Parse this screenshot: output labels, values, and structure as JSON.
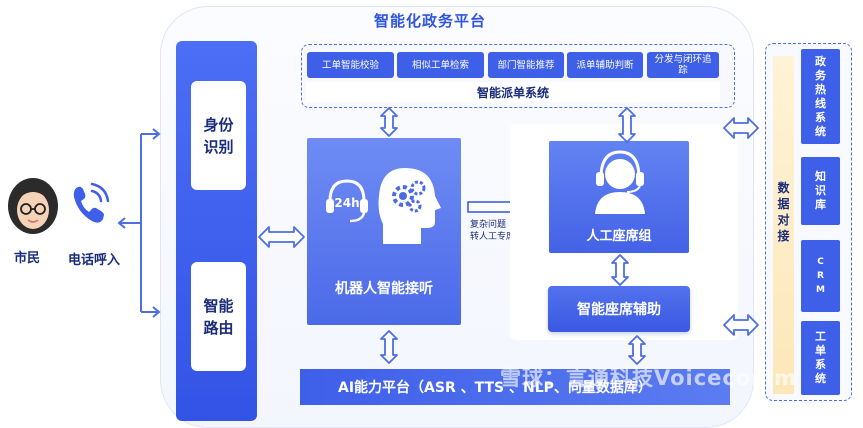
{
  "platform": {
    "title": "智能化政务平台"
  },
  "caller": {
    "citizen_label": "市民",
    "phone_label": "电话呼入"
  },
  "identity": {
    "auth_label": "身份识别",
    "routing_label": "智能路由"
  },
  "dispatch": {
    "buttons": [
      "工单智能校验",
      "相似工单检索",
      "部门智能推荐",
      "派单辅助判断",
      "分发与闭环追踪"
    ],
    "system_label": "智能派单系统"
  },
  "robot": {
    "label": "机器人智能接听",
    "badge": "24h"
  },
  "transfer": {
    "line1": "复杂问题",
    "line2": "转人工专席"
  },
  "human": {
    "seat_label": "人工座席组",
    "assist_label": "智能座席辅助"
  },
  "ai_platform": {
    "label": "AI能力平台（ASR 、TTS 、NLP、向量数据库）"
  },
  "data_bridge": {
    "label": "数据对接"
  },
  "systems": [
    "政务热线系统",
    "知识库",
    "CRM",
    "工单系统"
  ],
  "watermark": "雪球：言通科技Voicecomm",
  "colors": {
    "primary": "#3e5fe8",
    "accent_light": "#6f8cf4",
    "text_dark": "#1a2c7a",
    "bridge_fill": "#fde7b9"
  }
}
